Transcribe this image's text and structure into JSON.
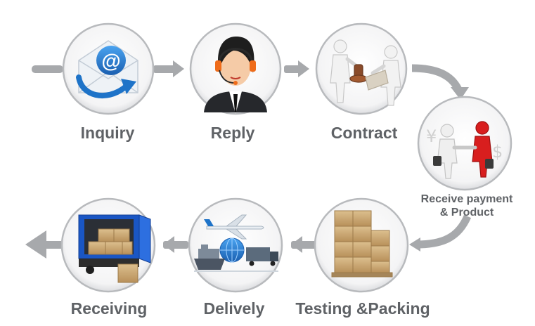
{
  "diagram": {
    "steps": [
      {
        "label": "Inquiry",
        "icon": "email-at-icon"
      },
      {
        "label": "Reply",
        "icon": "customer-service-headset-icon"
      },
      {
        "label": "Contract",
        "icon": "contract-stamp-icon"
      },
      {
        "label_line1": "Receive payment",
        "label_line2": "& Product",
        "icon": "handshake-payment-icon"
      },
      {
        "label": "Testing &Packing",
        "icon": "stacked-boxes-pallet-icon"
      },
      {
        "label": "Delively",
        "icon": "plane-ship-globe-icon"
      },
      {
        "label": "Receiving",
        "icon": "delivery-truck-icon"
      }
    ],
    "colors": {
      "arrow": "#a7a9ac",
      "circle_border": "#b8babd",
      "label": "#5f6266",
      "accent_blue": "#1e73c8",
      "accent_red": "#d81e1e",
      "box": "#c9a673"
    }
  }
}
